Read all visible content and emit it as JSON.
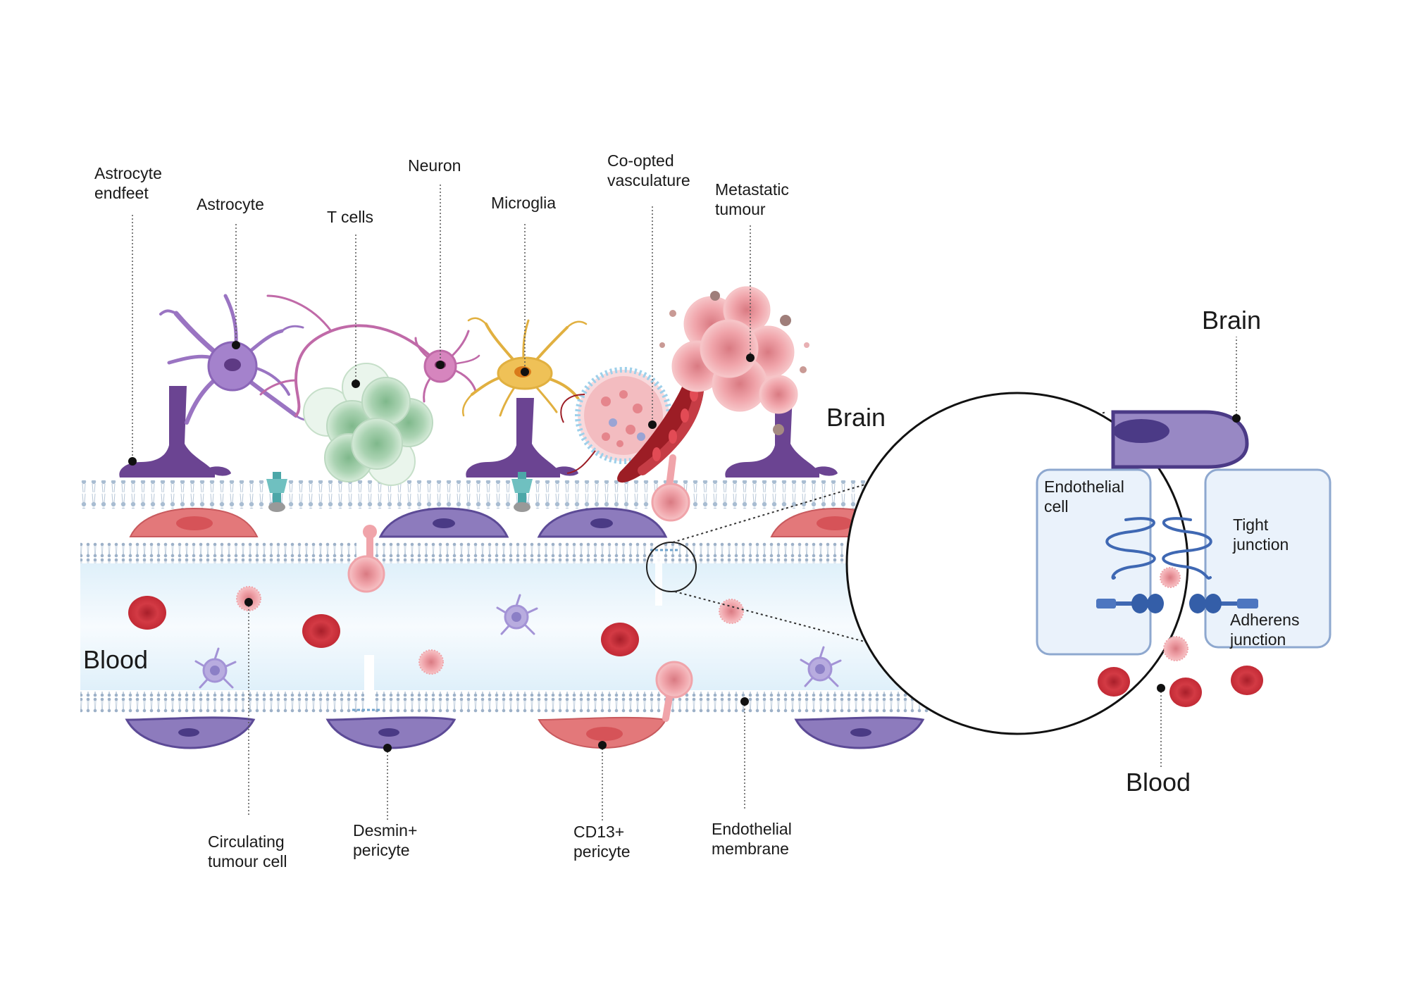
{
  "labels": {
    "astrocyte_endfeet": [
      "Astrocyte",
      "endfeet"
    ],
    "astrocyte": [
      "Astrocyte"
    ],
    "t_cells": [
      "T cells"
    ],
    "neuron": [
      "Neuron"
    ],
    "microglia": [
      "Microglia"
    ],
    "co_opted_vasculature": [
      "Co-opted",
      "vasculature"
    ],
    "metastatic_tumour": [
      "Metastatic",
      "tumour"
    ],
    "brain": "Brain",
    "blood": "Blood",
    "circulating_tumour_cell": [
      "Circulating",
      "tumour cell"
    ],
    "desmin_pericyte": [
      "Desmin+",
      "pericyte"
    ],
    "cd13_pericyte": [
      "CD13+",
      "pericyte"
    ],
    "endothelial_membrane": [
      "Endothelial",
      "membrane"
    ]
  },
  "inset": {
    "brain": "Brain",
    "blood": "Blood",
    "endothelial_cell": [
      "Endothelial",
      "cell"
    ],
    "tight_junction": [
      "Tight",
      "junction"
    ],
    "adherens_junction": [
      "Adherens",
      "junction"
    ]
  },
  "colors": {
    "astrocyte": "#8a5fae",
    "astrocyte_dark": "#5e3a84",
    "neuron": "#c06aa8",
    "microglia": "#e4b445",
    "t_cell": "#8fc49a",
    "tumour": "#ee9ea3",
    "red_blood_cell": "#d4363f",
    "membrane": "#9fb4cc",
    "vessel_lumen": "#e6f4fb",
    "pericyte_purple": "#7b67ad",
    "pericyte_red": "#e3787a",
    "junction": "#3f68b3"
  }
}
